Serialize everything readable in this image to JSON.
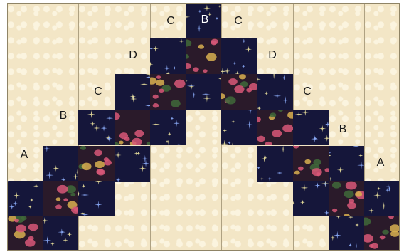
{
  "labels": {
    "c_left_top": "C",
    "b_top": "B",
    "c_right_top": "C",
    "d_left": "D",
    "d_right": "D",
    "c_left_mid": "C",
    "c_right_mid": "C",
    "b_left": "B",
    "b_right": "B",
    "a_left": "A",
    "a_right": "A"
  },
  "colors": {
    "background_fabric": "#f3e6c6",
    "background_dots": "#fbf4df",
    "navy_star_fabric": "#15163a",
    "floral_fabric": "#2a1a2a",
    "floral_pink": "#d85878",
    "floral_yellow": "#d8b050",
    "floral_green": "#3f6a3a"
  }
}
